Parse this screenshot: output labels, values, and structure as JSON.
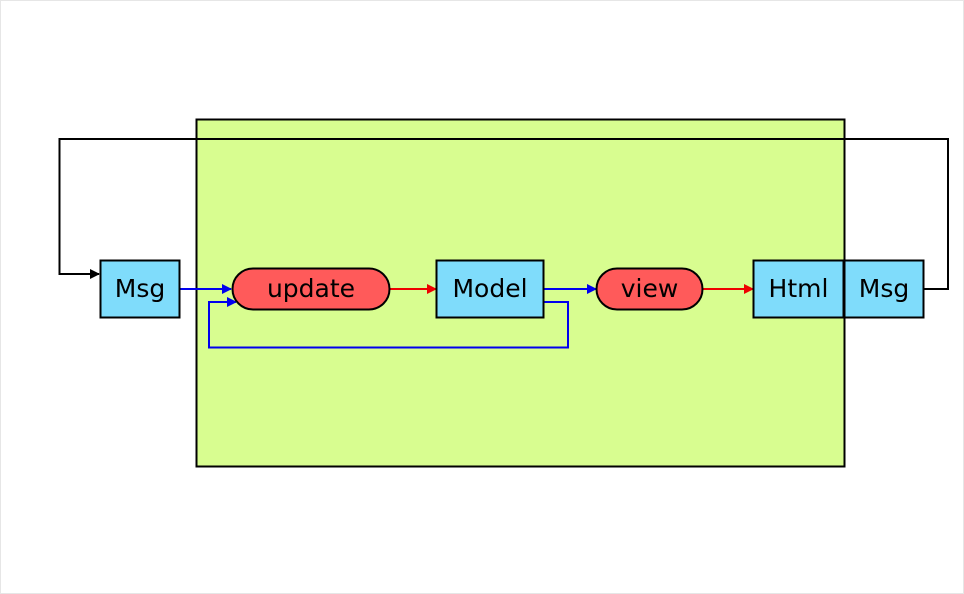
{
  "colors": {
    "container_fill": "#d8fd90",
    "data_node_fill": "#7fdcfb",
    "function_node_fill": "#ff5a5a",
    "outline": "#000000",
    "flow_red": "#ee0000",
    "flow_blue": "#0000ee",
    "flow_black": "#000000"
  },
  "nodes": {
    "msg_in": "Msg",
    "update": "update",
    "model": "Model",
    "view": "view",
    "html": "Html",
    "msg_out": "Msg"
  }
}
